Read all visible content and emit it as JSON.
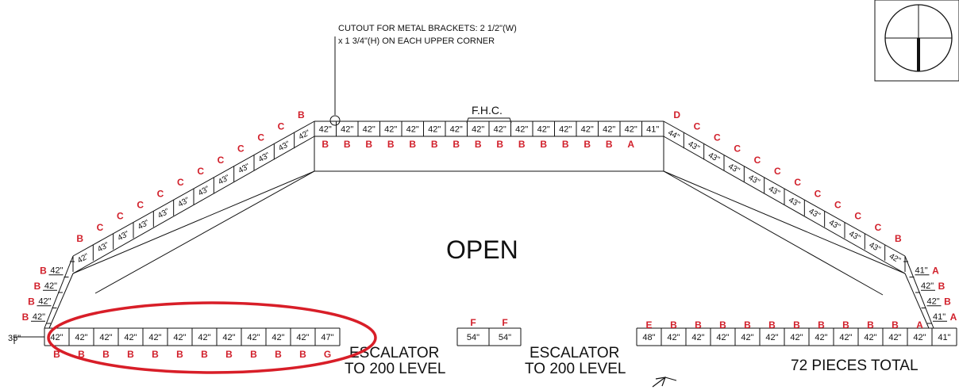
{
  "note": {
    "line1": "CUTOUT FOR METAL BRACKETS: 2 1/2\"(W)",
    "line2": "x 1 3/4\"(H) ON EACH UPPER CORNER"
  },
  "center_label": "OPEN",
  "fhc_label": "F.H.C.",
  "escalator_left": {
    "line1": "ESCALATOR",
    "line2": "TO 200 LEVEL"
  },
  "escalator_right": {
    "line1": "ESCALATOR",
    "line2": "TO 200 LEVEL"
  },
  "total_label": "72 PIECES TOTAL",
  "top_row": {
    "sizes": [
      "42\"",
      "42\"",
      "42\"",
      "42\"",
      "42\"",
      "42\"",
      "42\"",
      "42\"",
      "42\"",
      "42\"",
      "42\"",
      "42\"",
      "42\"",
      "42\"",
      "42\"",
      "41\""
    ],
    "codes": [
      "B",
      "B",
      "B",
      "B",
      "B",
      "B",
      "B",
      "B",
      "B",
      "B",
      "B",
      "B",
      "B",
      "B",
      "A"
    ]
  },
  "left_diag": {
    "sizes": [
      "42\"",
      "43\"",
      "43\"",
      "43\"",
      "43\"",
      "43\"",
      "43\"",
      "43\"",
      "43\"",
      "43\"",
      "43\"",
      "42\""
    ],
    "codes": [
      "B",
      "C",
      "C",
      "C",
      "C",
      "C",
      "C",
      "C",
      "C",
      "C",
      "C",
      "B"
    ]
  },
  "right_diag": {
    "sizes": [
      "44\"",
      "43\"",
      "43\"",
      "43\"",
      "43\"",
      "43\"",
      "43\"",
      "43\"",
      "43\"",
      "43\"",
      "43\"",
      "42\""
    ],
    "codes": [
      "D",
      "C",
      "C",
      "C",
      "C",
      "C",
      "C",
      "C",
      "C",
      "C",
      "C",
      "B"
    ]
  },
  "left_vert": {
    "sizes": [
      "42\"",
      "42\"",
      "42\"",
      "42\""
    ],
    "codes": [
      "B",
      "B",
      "B",
      "B"
    ]
  },
  "right_vert": {
    "sizes": [
      "41\"",
      "42\"",
      "42\"",
      "41\""
    ],
    "codes": [
      "A",
      "B",
      "B",
      "A"
    ]
  },
  "bottom_left": {
    "end": "35\"",
    "sizes": [
      "42\"",
      "42\"",
      "42\"",
      "42\"",
      "42\"",
      "42\"",
      "42\"",
      "42\"",
      "42\"",
      "42\"",
      "42\"",
      "47\""
    ],
    "codes": [
      "B",
      "B",
      "B",
      "B",
      "B",
      "B",
      "B",
      "B",
      "B",
      "B",
      "B",
      "G"
    ]
  },
  "bottom_mid": {
    "sizes": [
      "54\"",
      "54\""
    ],
    "codes": [
      "F",
      "F"
    ]
  },
  "bottom_right": {
    "sizes": [
      "48\"",
      "42\"",
      "42\"",
      "42\"",
      "42\"",
      "42\"",
      "42\"",
      "42\"",
      "42\"",
      "42\"",
      "42\"",
      "42\"",
      "41\""
    ],
    "codes": [
      "E",
      "B",
      "B",
      "B",
      "B",
      "B",
      "B",
      "B",
      "B",
      "B",
      "B",
      "A"
    ]
  },
  "colors": {
    "code": "#d11f2a",
    "line": "#111111",
    "highlight": "#d81e28"
  },
  "icons": {
    "orientation": "compass-icon",
    "arrow": "arrow-up-icon"
  }
}
